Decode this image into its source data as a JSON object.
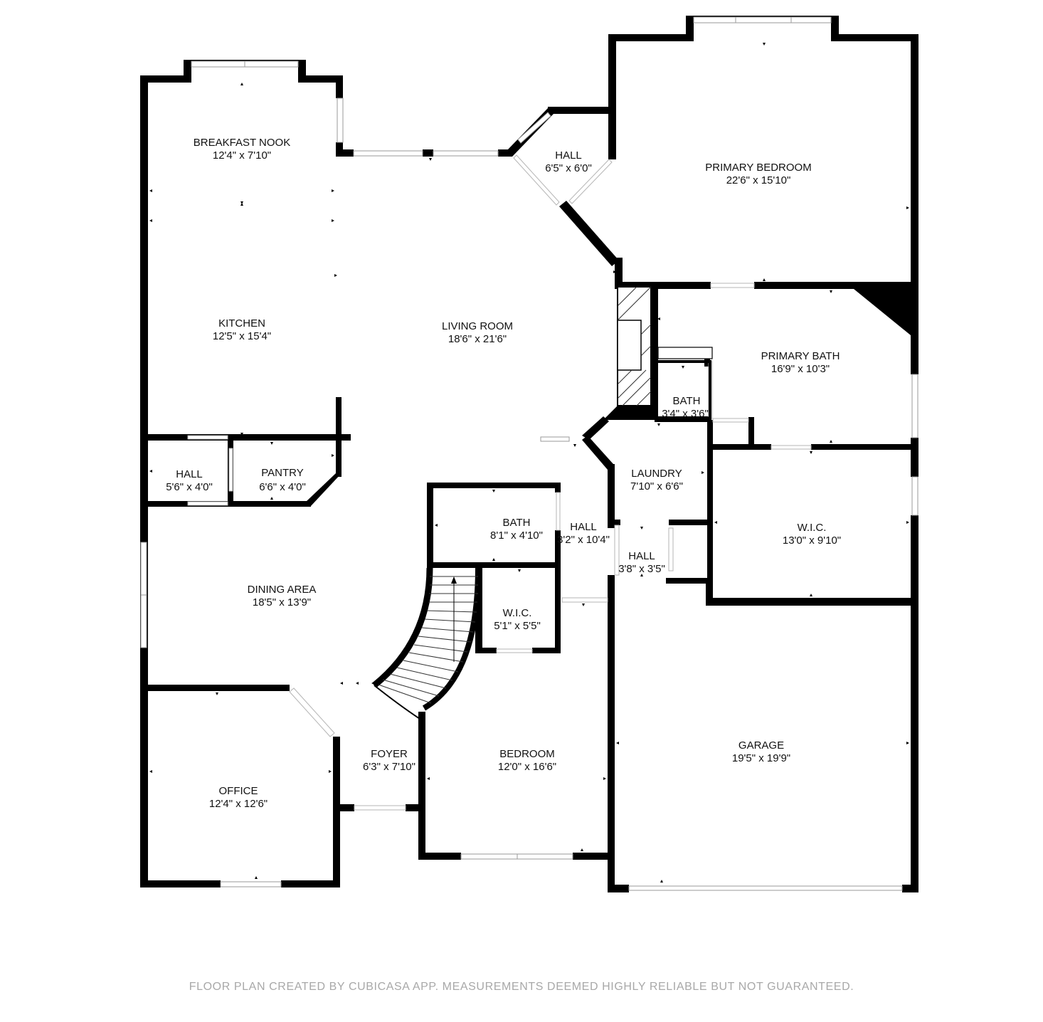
{
  "rooms": {
    "breakfast_nook": {
      "name": "BREAKFAST NOOK",
      "dim": "12'4\" x 7'10\""
    },
    "kitchen": {
      "name": "KITCHEN",
      "dim": "12'5\" x 15'4\""
    },
    "living_room": {
      "name": "LIVING ROOM",
      "dim": "18'6\" x 21'6\""
    },
    "hall_top": {
      "name": "HALL",
      "dim": "6'5\" x 6'0\""
    },
    "primary_bedroom": {
      "name": "PRIMARY BEDROOM",
      "dim": "22'6\" x 15'10\""
    },
    "primary_bath": {
      "name": "PRIMARY BATH",
      "dim": "16'9\" x 10'3\""
    },
    "bath_small": {
      "name": "BATH",
      "dim": "3'4\" x 3'6\""
    },
    "hall_left": {
      "name": "HALL",
      "dim": "5'6\" x 4'0\""
    },
    "pantry": {
      "name": "PANTRY",
      "dim": "6'6\" x 4'0\""
    },
    "laundry": {
      "name": "LAUNDRY",
      "dim": "7'10\" x 6'6\""
    },
    "bath_mid": {
      "name": "BATH",
      "dim": "8'1\" x 4'10\""
    },
    "hall_mid": {
      "name": "HALL",
      "dim": "3'2\" x 10'4\""
    },
    "hall_small": {
      "name": "HALL",
      "dim": "3'8\" x 3'5\""
    },
    "wic_right": {
      "name": "W.I.C.",
      "dim": "13'0\" x 9'10\""
    },
    "dining_area": {
      "name": "DINING AREA",
      "dim": "18'5\" x 13'9\""
    },
    "wic_mid": {
      "name": "W.I.C.",
      "dim": "5'1\" x 5'5\""
    },
    "foyer": {
      "name": "FOYER",
      "dim": "6'3\" x 7'10\""
    },
    "bedroom": {
      "name": "BEDROOM",
      "dim": "12'0\" x 16'6\""
    },
    "office": {
      "name": "OFFICE",
      "dim": "12'4\" x 12'6\""
    },
    "garage": {
      "name": "GARAGE",
      "dim": "19'5\" x 19'9\""
    }
  },
  "footer": "FLOOR PLAN CREATED BY CUBICASA APP. MEASUREMENTS DEEMED HIGHLY RELIABLE BUT NOT GUARANTEED."
}
